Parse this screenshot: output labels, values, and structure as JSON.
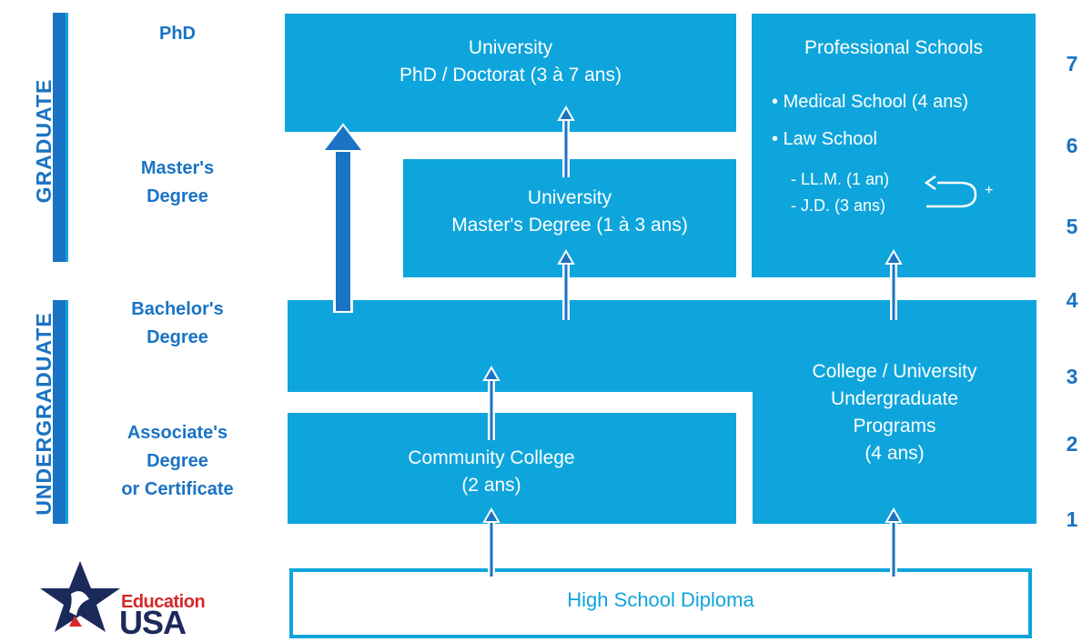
{
  "sections": {
    "graduate": "GRADUATE",
    "undergraduate": "UNDERGRADUATE"
  },
  "degrees": {
    "phd": "PhD",
    "master_line1": "Master's",
    "master_line2": "Degree",
    "bachelor_line1": "Bachelor's",
    "bachelor_line2": "Degree",
    "associate_line1": "Associate's",
    "associate_line2": "Degree",
    "associate_line3": "or Certificate"
  },
  "boxes": {
    "phd_line1": "University",
    "phd_line2": "PhD / Doctorat (3 à 7 ans)",
    "master_line1": "University",
    "master_line2": "Master's Degree (1 à 3 ans)",
    "professional_title": "Professional Schools",
    "professional_item1": "Medical School (4 ans)",
    "professional_item2": "Law School",
    "professional_sub1": "- LL.M. (1 an)",
    "professional_sub2": "- J.D. (3 ans)",
    "professional_plus": "+",
    "undergrad_line1": "College / University",
    "undergrad_line2": "Undergraduate",
    "undergrad_line3": "Programs",
    "undergrad_line4": "(4 ans)",
    "community_line1": "Community College",
    "community_line2": "(2 ans)",
    "high_school": "High School Diploma"
  },
  "years": [
    "7",
    "6",
    "5",
    "4",
    "3",
    "2",
    "1"
  ],
  "logo": {
    "word1": "Education",
    "word2": "USA"
  },
  "colors": {
    "box": "#0EA5DC",
    "label": "#1A73C4",
    "arrow": "#1A73C4",
    "logo_navy": "#1B2A5A",
    "logo_red": "#D62828"
  }
}
